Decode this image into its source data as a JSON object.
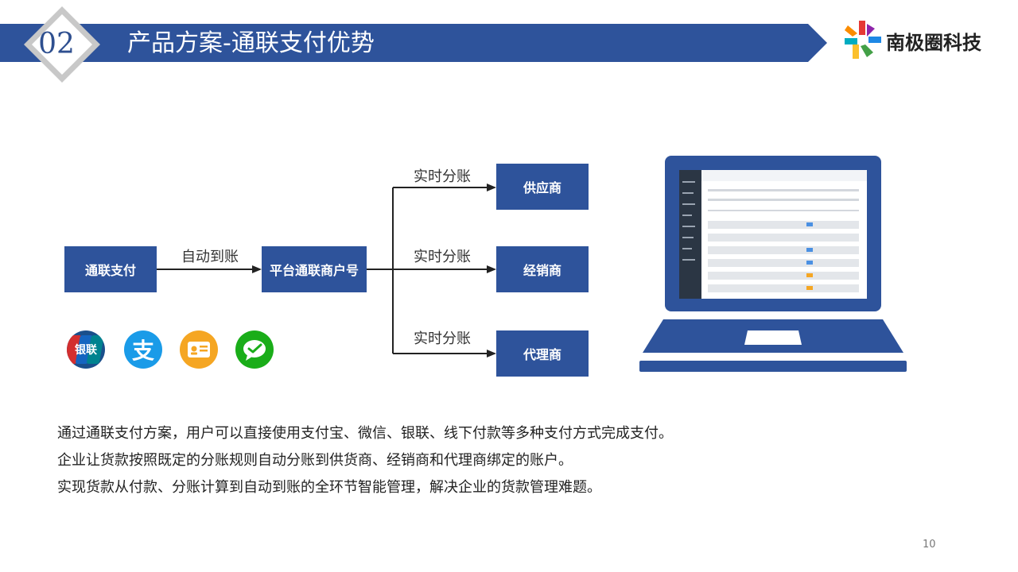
{
  "header": {
    "section_number": "02",
    "title": "产品方案-通联支付优势",
    "brand_name": "南极圈科技",
    "band_color": "#2e539b"
  },
  "flow": {
    "source_node": "通联支付",
    "source_edge_label": "自动到账",
    "platform_node": "平台通联商户号",
    "branch_label": "实时分账",
    "targets": [
      "供应商",
      "经销商",
      "代理商"
    ]
  },
  "payment_icons": [
    "unionpay-icon",
    "alipay-icon",
    "id-card-icon",
    "wechat-pay-icon"
  ],
  "unionpay_text": "银联",
  "alipay_glyph": "支",
  "description": [
    "通过通联支付方案，用户可以直接使用支付宝、微信、银联、线下付款等多种支付方式完成支付。",
    "企业让货款按照既定的分账规则自动分账到供货商、经销商和代理商绑定的账户。",
    "实现货款从付款、分账计算到自动到账的全环节智能管理，解决企业的货款管理难题。"
  ],
  "page_number": "10"
}
